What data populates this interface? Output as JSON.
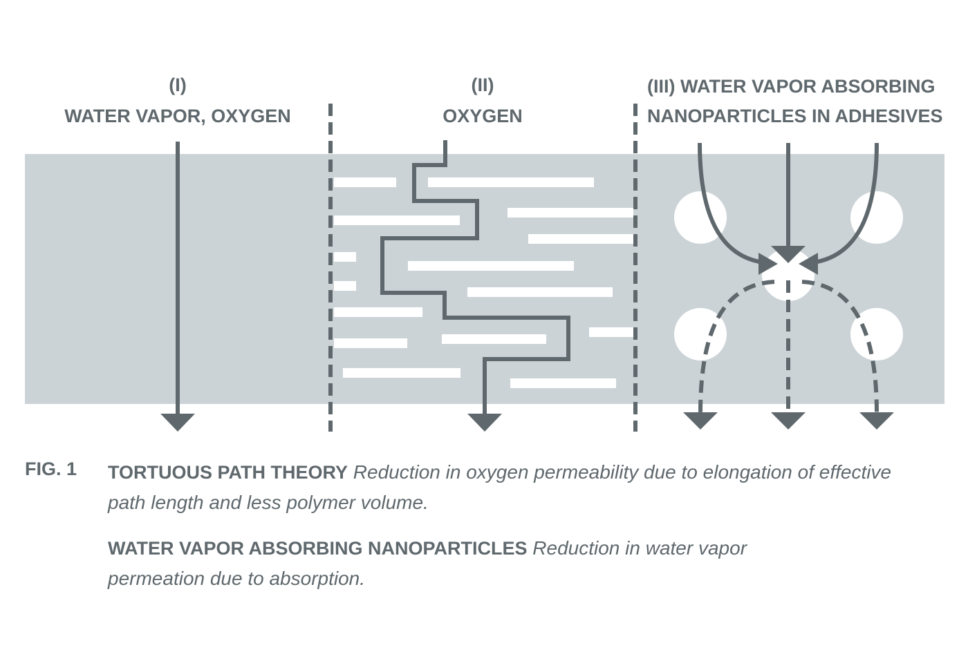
{
  "colors": {
    "band": "#ccd3d6",
    "stroke": "#5f686d",
    "text": "#5f686d",
    "particle": "#ffffff"
  },
  "panels": {
    "one": {
      "number": "(I)",
      "title": "WATER VAPOR, OXYGEN"
    },
    "two": {
      "number": "(II)",
      "title": "OXYGEN"
    },
    "three": {
      "line1": "(III) WATER VAPOR ABSORBING",
      "line2": "NANOPARTICLES IN ADHESIVES"
    }
  },
  "caption": {
    "fig_label": "FIG. 1",
    "first": {
      "term": "TORTUOUS PATH THEORY",
      "description": "Reduction in oxygen permeability due to elongation of effective path length and less polymer volume."
    },
    "second": {
      "term": "WATER VAPOR ABSORBING NANOPARTICLES",
      "description": "Reduction in water vapor permeation due to absorption."
    }
  }
}
